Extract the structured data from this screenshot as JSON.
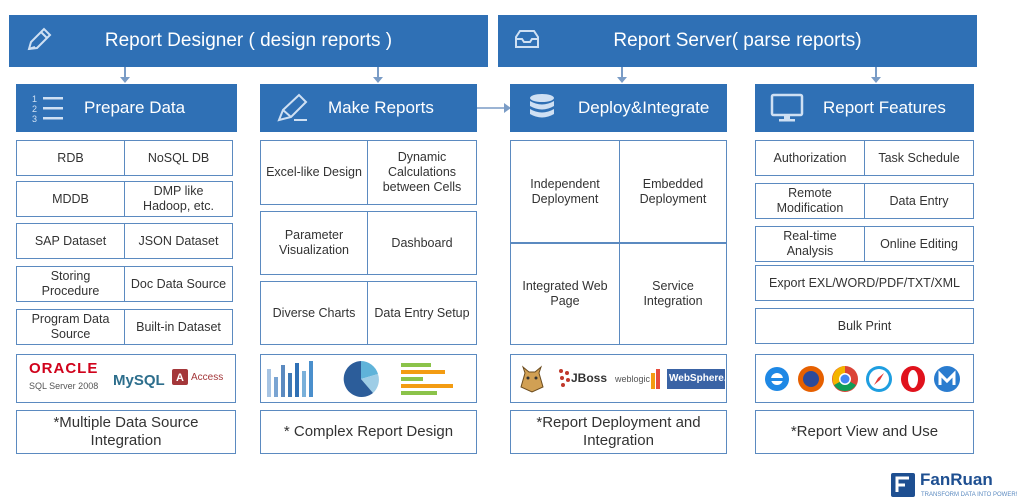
{
  "banners": {
    "designer": "Report Designer ( design reports )",
    "server": "Report Server( parse reports)"
  },
  "columns": {
    "prepare": {
      "title": "Prepare Data",
      "icon": "numbered-list-icon",
      "cells": [
        "RDB",
        "NoSQL DB",
        "MDDB",
        "DMP like Hadoop, etc.",
        "SAP Dataset",
        "JSON Dataset",
        "Storing Procedure",
        "Doc Data Source",
        "Program Data Source",
        "Built-in Dataset"
      ],
      "logos": [
        "ORACLE",
        "SQL Server 2008",
        "MySQL",
        "Access"
      ],
      "caption": "*Multiple Data Source Integration"
    },
    "make": {
      "title": "Make Reports",
      "icon": "pen-icon",
      "cells": [
        "Excel-like Design",
        "Dynamic Calculations between Cells",
        "Parameter Visualization",
        "Dashboard",
        "Diverse Charts",
        "Data Entry Setup"
      ],
      "caption": "* Complex Report Design"
    },
    "deploy": {
      "title": "Deploy&Integrate",
      "icon": "database-icon",
      "cells": [
        "Independent Deployment",
        "Embedded Deployment",
        "Integrated Web Page",
        "Service Integration"
      ],
      "logos": [
        "JBoss",
        "weblogic",
        "WebSphere."
      ],
      "caption": "*Report Deployment and Integration"
    },
    "features": {
      "title": "Report Features",
      "icon": "monitor-icon",
      "cells": [
        "Authorization",
        "Task Schedule",
        "Remote Modification",
        "Data Entry",
        "Real-time Analysis",
        "Online Editing",
        "Export EXL/WORD/PDF/TXT/XML",
        "Bulk Print"
      ],
      "caption": "*Report View and Use"
    }
  },
  "brand": {
    "name": "FanRuan",
    "tagline": "TRANSFORM DATA INTO POWER!"
  },
  "colors": {
    "primary": "#2f70b5",
    "border": "#5b8ac0",
    "arrow": "#7a9cc6"
  }
}
